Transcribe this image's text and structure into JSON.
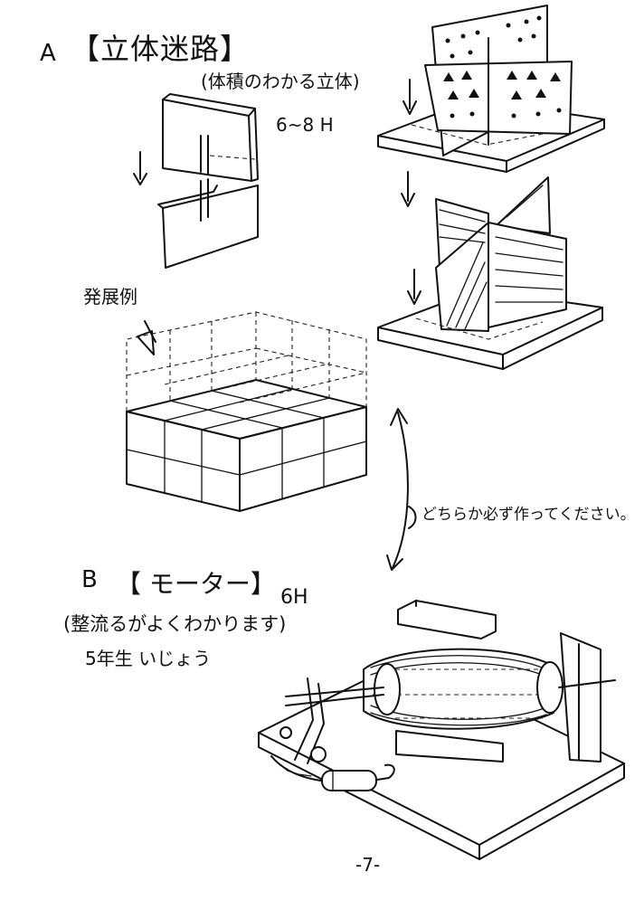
{
  "section_a": {
    "letter": "A",
    "title": "【立体迷路】",
    "subtitle": "(体積のわかる立体)",
    "hours": "6~8 H",
    "development_label": "発展例"
  },
  "instruction": "どちらか必ず作ってください。",
  "section_b": {
    "letter": "B",
    "title": "【 モーター】",
    "hours": "6H",
    "subtitle": "(整流るがよくわかります)",
    "grade": "5年生 いじょう"
  },
  "page_number": "-7-"
}
